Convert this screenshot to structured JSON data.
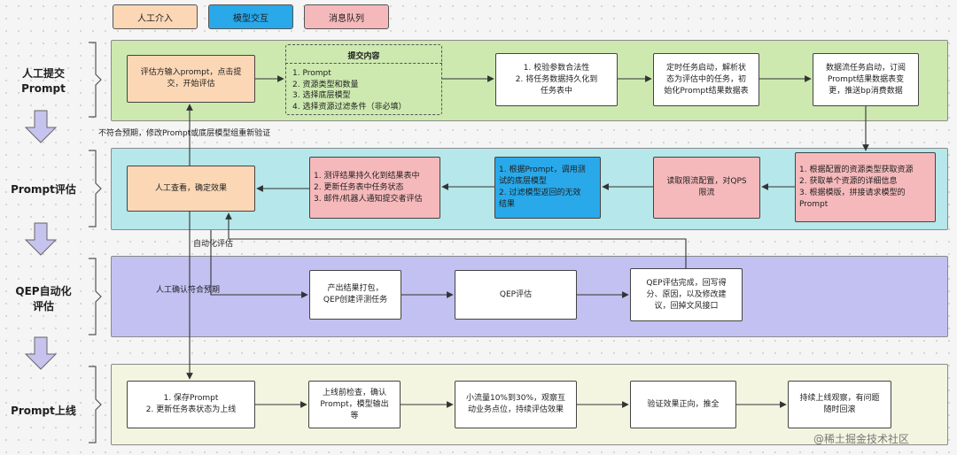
{
  "legend": [
    {
      "label": "人工介入",
      "color": "#fbd7b5"
    },
    {
      "label": "模型交互",
      "color": "#29a9ea"
    },
    {
      "label": "消息队列",
      "color": "#f6b9bb"
    }
  ],
  "stages": [
    {
      "label": "人工提交\nPrompt"
    },
    {
      "label": "Prompt评估"
    },
    {
      "label": "QEP自动化\n评估"
    },
    {
      "label": "Prompt上线"
    }
  ],
  "lane_colors": [
    "#cde9b0",
    "#b6e7ea",
    "#c3c1f2",
    "#f4f5e1"
  ],
  "submit": {
    "evaluator": "评估方输入prompt，点击提\n交，开始评估",
    "content_title": "提交内容",
    "content_items": "1. Prompt\n2. 资源类型和数量\n3. 选择底层模型\n4. 选择资源过滤条件（非必填）",
    "validate": "1. 校验参数合法性\n2. 将任务数据持久化到\n任务表中",
    "scheduled": "定时任务启动，解析状\n态为评估中的任务，初\n始化Prompt结果数据表",
    "dataflow": "数据流任务启动，订阅\nPrompt结果数据表变\n更，推送bp消费数据"
  },
  "evaluate": {
    "manual_review": "人工查看，确定效果",
    "persist": "1. 测评结果持久化到结果表中\n2. 更新任务表中任务状态\n3. 邮件/机器人通知提交者评估",
    "model_call": "1. 根据Prompt，调用测\n试的底层模型\n2. 过滤模型返回的无效\n结果",
    "rate_limit": "读取限流配置，对QPS\n限流",
    "fetch_resources": "1. 根据配置的资源类型获取资源\n2. 获取单个资源的详细信息\n3. 根据模版，拼接请求模型的\nPrompt"
  },
  "qep": {
    "package": "产出结果打包，\nQEP创建评测任务",
    "qep_eval": "QEP评估",
    "qep_done": "QEP评估完成，回写得\n分、原因，以及修改建\n议，回掉文风接口"
  },
  "online": {
    "save": "1. 保存Prompt\n2. 更新任务表状态为上线",
    "precheck": "上线前检查，确认\nPrompt，模型输出\n等",
    "small_traffic": "小流量10%到30%，观察互\n动业务点位，持续评估效果",
    "verify": "验证效果正向，推全",
    "observe": "持续上线观察，有问题\n随时回滚"
  },
  "labels": {
    "retry": "不符合预期，修改Prompt或底层模型组重新验证",
    "auto_eval": "自动化评估",
    "confirm": "人工确认符合预期"
  },
  "watermark": "@稀土掘金技术社区"
}
